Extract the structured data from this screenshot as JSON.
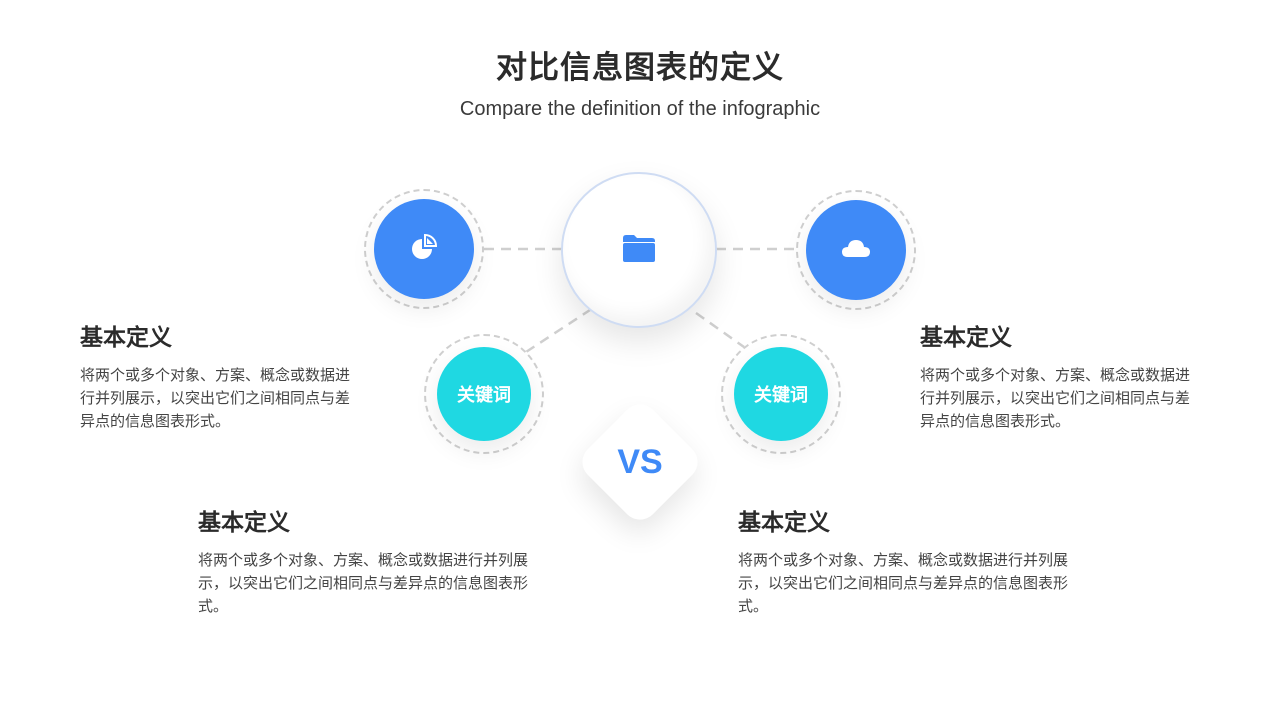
{
  "header": {
    "title": "对比信息图表的定义",
    "subtitle": "Compare the definition of the infographic"
  },
  "diagram": {
    "center_icon": "folder-icon",
    "left_icon": "pie-chart-icon",
    "right_icon": "cloud-icon",
    "left_keyword": "关键词",
    "right_keyword": "关键词",
    "vs_label": "VS"
  },
  "blocks": [
    {
      "title": "基本定义",
      "text": "将两个或多个对象、方案、概念或数据进行并列展示，以突出它们之间相同点与差异点的信息图表形式。"
    },
    {
      "title": "基本定义",
      "text": "将两个或多个对象、方案、概念或数据进行并列展示，以突出它们之间相同点与差异点的信息图表形式。"
    },
    {
      "title": "基本定义",
      "text": "将两个或多个对象、方案、概念或数据进行并列展示，以突出它们之间相同点与差异点的信息图表形式。"
    },
    {
      "title": "基本定义",
      "text": "将两个或多个对象、方案、概念或数据进行并列展示，以突出它们之间相同点与差异点的信息图表形式。"
    }
  ],
  "colors": {
    "blue": "#3F8AF7",
    "teal": "#1FD8E2",
    "text": "#2b2b2b"
  }
}
